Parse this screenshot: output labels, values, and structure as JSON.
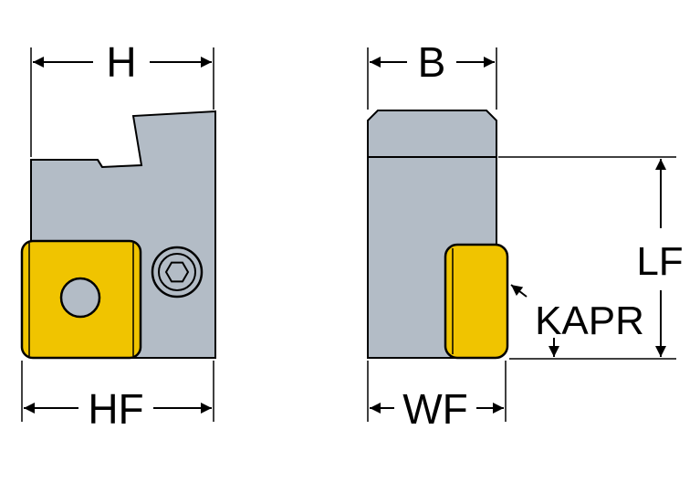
{
  "labels": {
    "h": "H",
    "hf": "HF",
    "b": "B",
    "wf": "WF",
    "lf": "LF",
    "kapr": "KAPR"
  },
  "colors": {
    "body": "#b3bcc6",
    "insert": "#f0c400",
    "line": "#000000",
    "screw": "#b3bcc6",
    "background": "#ffffff"
  },
  "icons": {
    "screw": "hex-socket-screw-icon",
    "insert_hole": "circle-hole-icon"
  }
}
